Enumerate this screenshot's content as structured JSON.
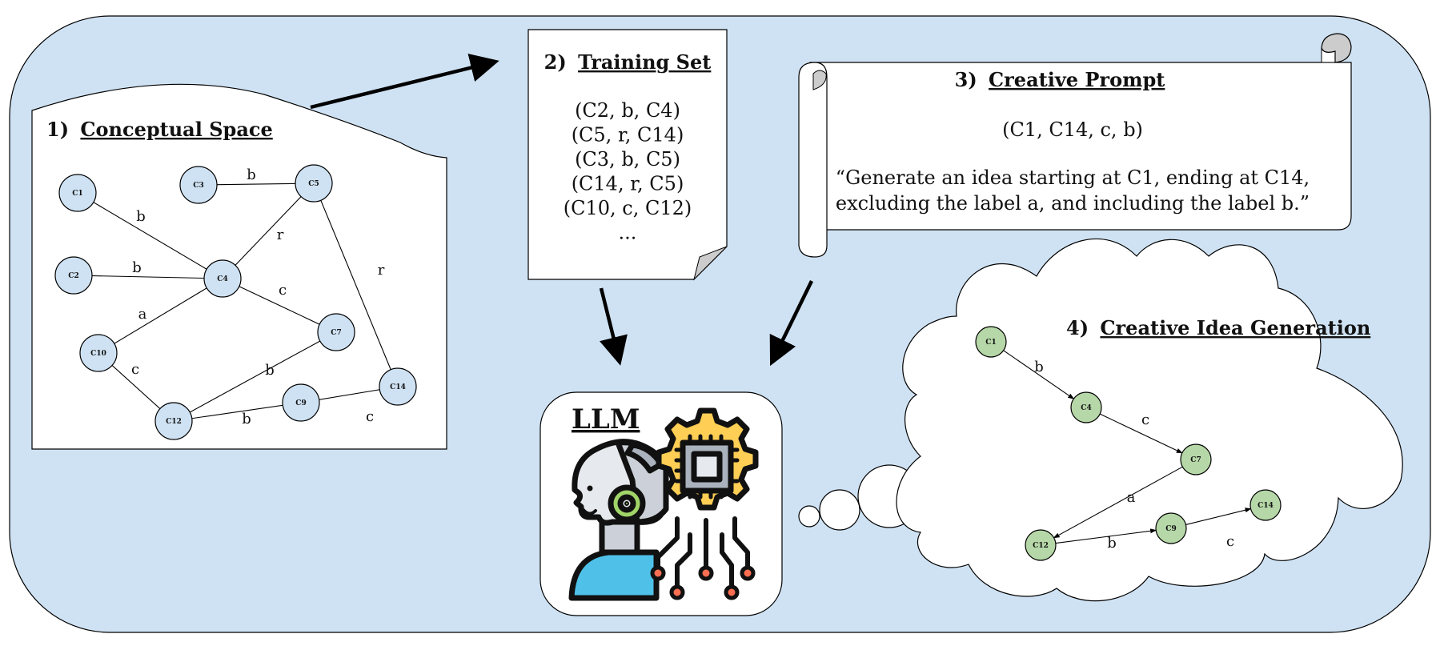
{
  "colors": {
    "background": "#cfe2f3",
    "concept_node": "#cfe2f3",
    "idea_node": "#b6d7a8",
    "panel": "#ffffff",
    "stroke": "#000000",
    "curl": "#cccccc"
  },
  "panel1": {
    "number": "1)",
    "title": "Conceptual Space",
    "nodes": [
      {
        "id": "C1",
        "label": "C1"
      },
      {
        "id": "C2",
        "label": "C2"
      },
      {
        "id": "C3",
        "label": "C3"
      },
      {
        "id": "C4",
        "label": "C4"
      },
      {
        "id": "C5",
        "label": "C5"
      },
      {
        "id": "C7",
        "label": "C7"
      },
      {
        "id": "C9",
        "label": "C9"
      },
      {
        "id": "C10",
        "label": "C10"
      },
      {
        "id": "C12",
        "label": "C12"
      },
      {
        "id": "C14",
        "label": "C14"
      }
    ],
    "edges": [
      {
        "from": "C1",
        "to": "C4",
        "label": "b"
      },
      {
        "from": "C3",
        "to": "C5",
        "label": "b"
      },
      {
        "from": "C2",
        "to": "C4",
        "label": "b"
      },
      {
        "from": "C4",
        "to": "C5",
        "label": "r"
      },
      {
        "from": "C5",
        "to": "C14",
        "label": "r"
      },
      {
        "from": "C4",
        "to": "C7",
        "label": "c"
      },
      {
        "from": "C4",
        "to": "C10",
        "label": "a"
      },
      {
        "from": "C10",
        "to": "C12",
        "label": "c"
      },
      {
        "from": "C12",
        "to": "C7",
        "label": "b"
      },
      {
        "from": "C12",
        "to": "C9",
        "label": "b"
      },
      {
        "from": "C9",
        "to": "C14",
        "label": "c"
      }
    ]
  },
  "panel2": {
    "number": "2)",
    "title": "Training Set",
    "lines": [
      "(C2, b, C4)",
      "(C5, r, C14)",
      "(C3, b, C5)",
      "(C14, r, C5)",
      "(C10, c, C12)",
      "..."
    ]
  },
  "panel3": {
    "number": "3)",
    "title": "Creative Prompt",
    "tuple": "(C1, C14, c, b)",
    "prompt_line1": "“Generate an idea starting at C1, ending at C14,",
    "prompt_line2": "excluding the label a, and including the label b.”"
  },
  "panel4": {
    "number": "4)",
    "title": "Creative Idea Generation",
    "nodes": [
      {
        "id": "C1",
        "label": "C1"
      },
      {
        "id": "C4",
        "label": "C4"
      },
      {
        "id": "C7",
        "label": "C7"
      },
      {
        "id": "C12",
        "label": "C12"
      },
      {
        "id": "C9",
        "label": "C9"
      },
      {
        "id": "C14",
        "label": "C14"
      }
    ],
    "edges": [
      {
        "from": "C1",
        "to": "C4",
        "label": "b"
      },
      {
        "from": "C4",
        "to": "C7",
        "label": "c"
      },
      {
        "from": "C7",
        "to": "C12",
        "label": "a"
      },
      {
        "from": "C12",
        "to": "C9",
        "label": "b"
      },
      {
        "from": "C9",
        "to": "C14",
        "label": "c"
      }
    ]
  },
  "llm": {
    "title": "LLM",
    "icon": "robot-head-gear-chip-icon"
  }
}
